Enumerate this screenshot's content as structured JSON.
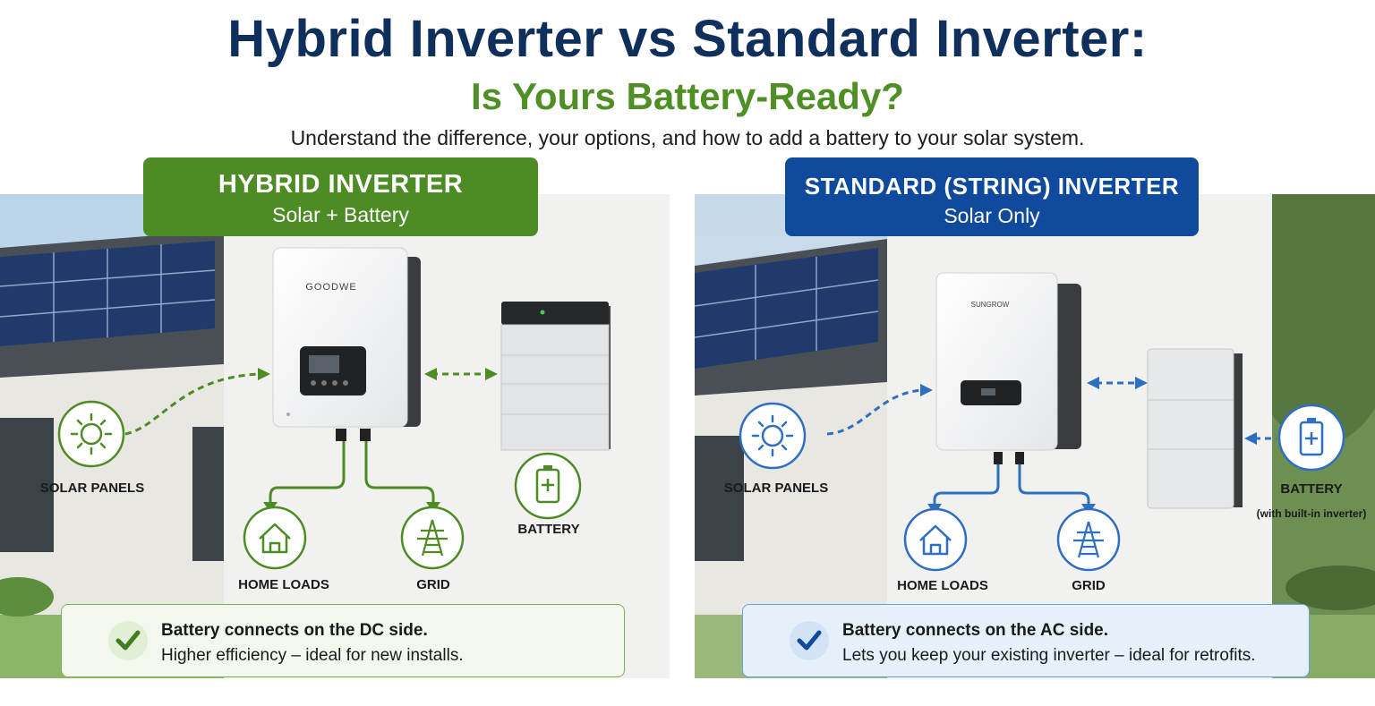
{
  "title": "Hybrid Inverter vs Standard Inverter:",
  "subtitle": "Is Yours Battery-Ready?",
  "tagline": "Understand the difference, your options, and how to add a battery to your solar system.",
  "colors": {
    "navy": "#0f2f5c",
    "green": "#4d8c25",
    "blue": "#0f4a9c"
  },
  "hybrid": {
    "header_title": "HYBRID INVERTER",
    "header_subtitle": "Solar + Battery",
    "inverter_brand": "GOODWE",
    "labels": {
      "solar": "SOLAR PANELS",
      "home": "HOME LOADS",
      "grid": "GRID",
      "battery": "BATTERY"
    },
    "icons": [
      "sun-icon",
      "house-icon",
      "power-tower-icon",
      "battery-icon",
      "check-icon"
    ],
    "note_line1": "Battery connects on the DC side.",
    "note_line2": "Higher efficiency – ideal for new installs."
  },
  "standard": {
    "header_title": "STANDARD (STRING) INVERTER",
    "header_subtitle": "Solar Only",
    "inverter_brand": "SUNGROW",
    "labels": {
      "solar": "SOLAR PANELS",
      "home": "HOME LOADS",
      "grid": "GRID",
      "battery": "BATTERY",
      "battery_note": "(with built-in inverter)"
    },
    "icons": [
      "sun-icon",
      "house-icon",
      "power-tower-icon",
      "battery-icon",
      "check-icon"
    ],
    "note_line1": "Battery connects on the AC side.",
    "note_line2": "Lets you keep your existing inverter – ideal for retrofits."
  }
}
